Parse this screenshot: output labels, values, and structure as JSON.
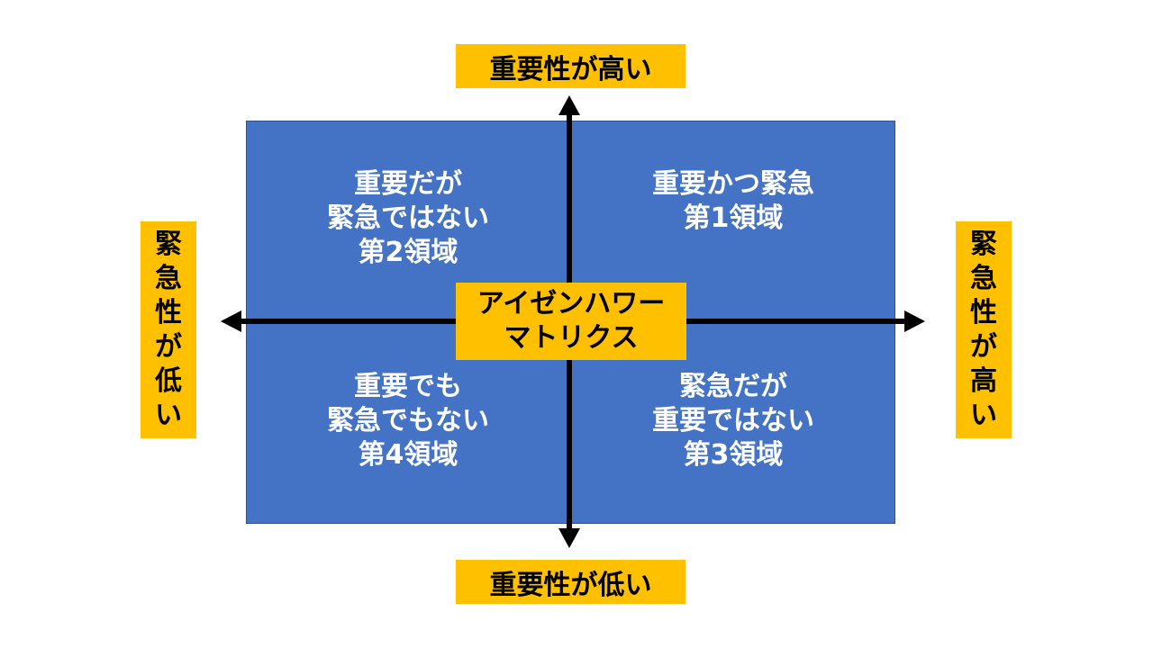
{
  "labels": {
    "top": "重要性が高い",
    "bottom": "重要性が低い",
    "left": [
      "緊",
      "急",
      "性",
      "が",
      "低",
      "い"
    ],
    "right": [
      "緊",
      "急",
      "性",
      "が",
      "高",
      "い"
    ],
    "center": [
      "アイゼンハワー",
      "マトリクス"
    ]
  },
  "quadrants": {
    "top_left": [
      "重要だが",
      "緊急ではない",
      "第2領域"
    ],
    "top_right": [
      "重要かつ緊急",
      "第1領域"
    ],
    "bottom_left": [
      "重要でも",
      "緊急でもない",
      "第4領域"
    ],
    "bottom_right": [
      "緊急だが",
      "重要ではない",
      "第3領域"
    ]
  },
  "colors": {
    "quadrant_fill": "#4472c4",
    "label_fill": "#ffc000",
    "axis": "#000000",
    "quadrant_text": "#ffffff"
  }
}
